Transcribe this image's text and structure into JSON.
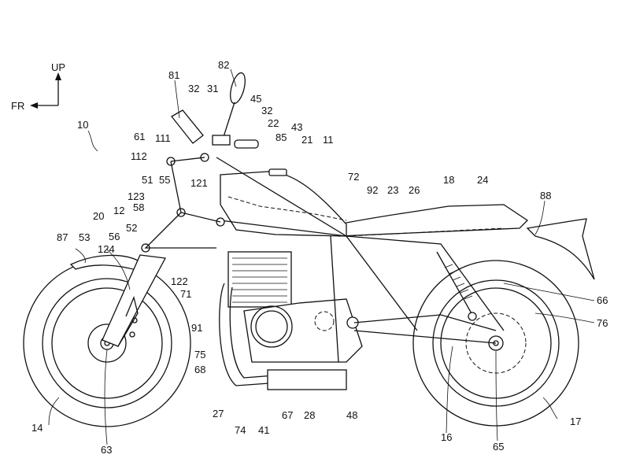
{
  "figure": {
    "orientation": {
      "up_label": "UP",
      "front_label": "FR"
    },
    "overall_ref": "10",
    "reference_numerals": [
      {
        "id": "81"
      },
      {
        "id": "82"
      },
      {
        "id": "32a"
      },
      {
        "id": "31"
      },
      {
        "id": "45"
      },
      {
        "id": "32b"
      },
      {
        "id": "22"
      },
      {
        "id": "85"
      },
      {
        "id": "43"
      },
      {
        "id": "21"
      },
      {
        "id": "11"
      },
      {
        "id": "61"
      },
      {
        "id": "111"
      },
      {
        "id": "112"
      },
      {
        "id": "51"
      },
      {
        "id": "55"
      },
      {
        "id": "121"
      },
      {
        "id": "123"
      },
      {
        "id": "12"
      },
      {
        "id": "58"
      },
      {
        "id": "20"
      },
      {
        "id": "52"
      },
      {
        "id": "56"
      },
      {
        "id": "124"
      },
      {
        "id": "87"
      },
      {
        "id": "53"
      },
      {
        "id": "122"
      },
      {
        "id": "71"
      },
      {
        "id": "91"
      },
      {
        "id": "75"
      },
      {
        "id": "68"
      },
      {
        "id": "27"
      },
      {
        "id": "74"
      },
      {
        "id": "41"
      },
      {
        "id": "67"
      },
      {
        "id": "28"
      },
      {
        "id": "48"
      },
      {
        "id": "72"
      },
      {
        "id": "92"
      },
      {
        "id": "23"
      },
      {
        "id": "26"
      },
      {
        "id": "18"
      },
      {
        "id": "24"
      },
      {
        "id": "88"
      },
      {
        "id": "66"
      },
      {
        "id": "76"
      },
      {
        "id": "16"
      },
      {
        "id": "65"
      },
      {
        "id": "17"
      },
      {
        "id": "14"
      },
      {
        "id": "63"
      }
    ],
    "labels": {
      "n81": "81",
      "n82": "82",
      "n32a": "32",
      "n31": "31",
      "n45": "45",
      "n32b": "32",
      "n22": "22",
      "n85": "85",
      "n43": "43",
      "n21": "21",
      "n11": "11",
      "n61": "61",
      "n111": "111",
      "n112": "112",
      "n51": "51",
      "n55": "55",
      "n121": "121",
      "n123": "123",
      "n12": "12",
      "n58": "58",
      "n20": "20",
      "n52": "52",
      "n56": "56",
      "n124": "124",
      "n87": "87",
      "n53": "53",
      "n122": "122",
      "n71": "71",
      "n91": "91",
      "n75": "75",
      "n68": "68",
      "n27": "27",
      "n74": "74",
      "n41": "41",
      "n67": "67",
      "n28": "28",
      "n48": "48",
      "n72": "72",
      "n92": "92",
      "n23": "23",
      "n26": "26",
      "n18": "18",
      "n24": "24",
      "n88": "88",
      "n66": "66",
      "n76": "76",
      "n16": "16",
      "n65": "65",
      "n17": "17",
      "n14": "14",
      "n63": "63",
      "n10": "10"
    }
  }
}
